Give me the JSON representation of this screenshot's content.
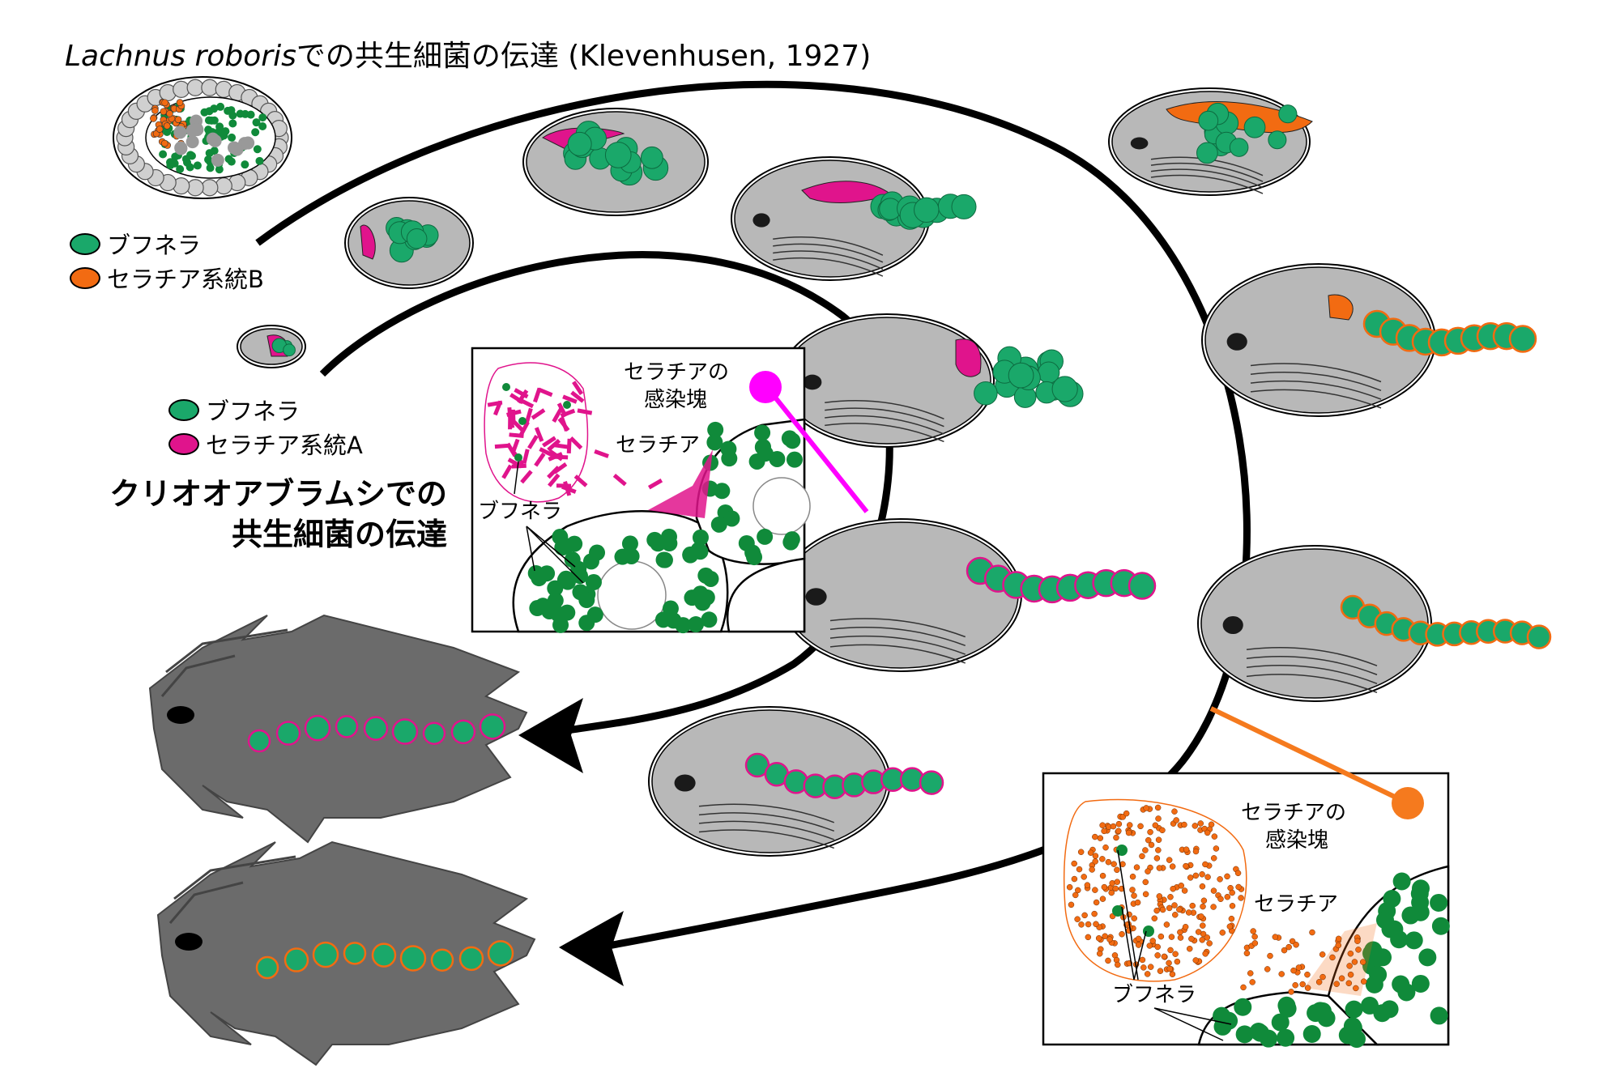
{
  "title": {
    "species": "Lachnus roboris",
    "rest": "での共生細菌の伝達 (Klevenhusen, 1927)"
  },
  "heading_aphid": {
    "line1": "クリオオアブラムシでの",
    "line2": "共生細菌の伝達"
  },
  "legend_b": {
    "buchnera": "ブフネラ",
    "serratia_b": "セラチア系統B"
  },
  "legend_a": {
    "buchnera": "ブフネラ",
    "serratia_a": "セラチア系統A"
  },
  "inset_a": {
    "mass_label_1": "セラチアの",
    "mass_label_2": "感染塊",
    "serratia_label": "セラチア",
    "buchnera_label": "ブフネラ"
  },
  "inset_b": {
    "mass_label_1": "セラチアの",
    "mass_label_2": "感染塊",
    "serratia_label": "セラチア",
    "buchnera_label": "ブフネラ"
  },
  "colors": {
    "buchnera": "#1aa86a",
    "buchnera_dark": "#108a3a",
    "serratia_a": "#e0148c",
    "serratia_b": "#f26b12",
    "embryo_fill": "#b8b8b8",
    "aphid_body": "#6b6b6b",
    "magenta_pin": "#ff00ff",
    "orange_pin": "#f57a1e"
  }
}
